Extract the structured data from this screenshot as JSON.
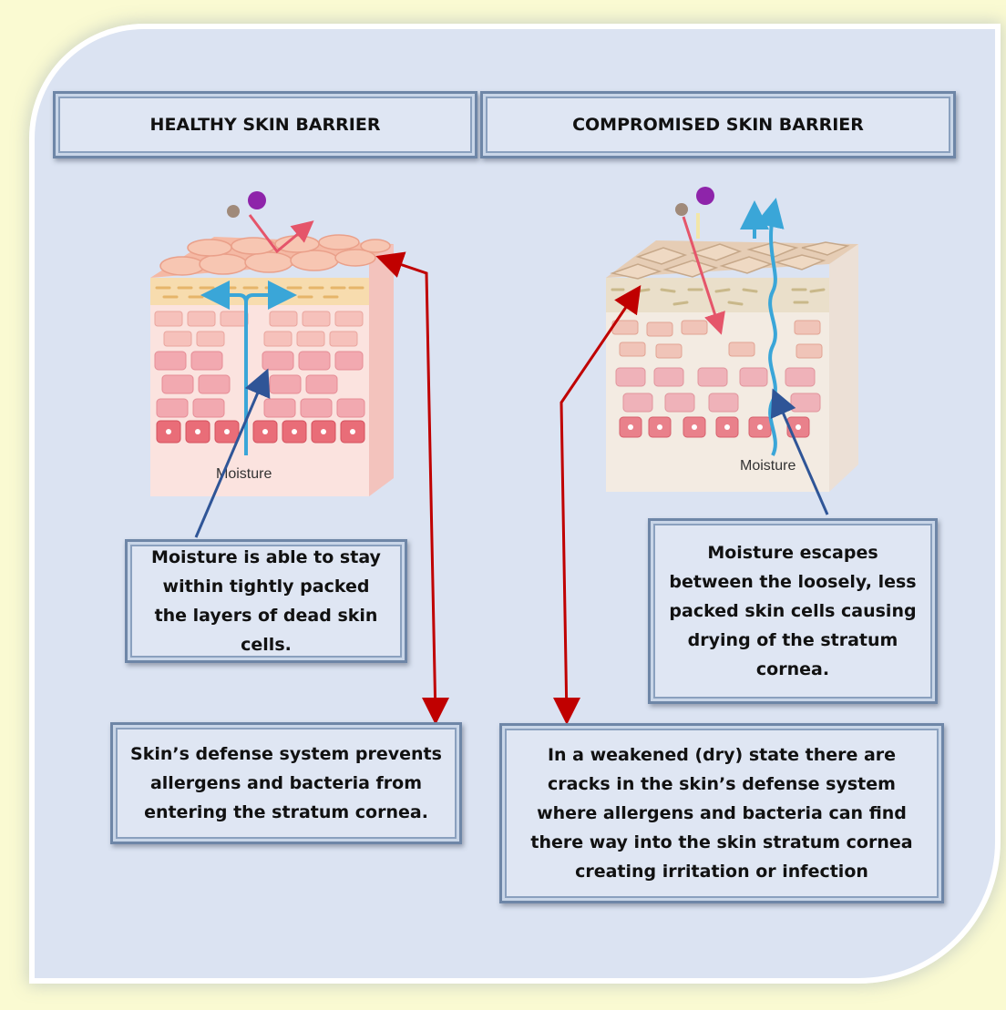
{
  "headers": {
    "healthy": "HEALTHY SKIN BARRIER",
    "compromised": "COMPROMISED SKIN BARRIER"
  },
  "healthy": {
    "diagram_label": "Moisture",
    "moisture_note": "Moisture is able to stay within tightly packed the layers of dead skin cells.",
    "defense_note": "Skin’s defense system prevents allergens and bacteria from entering the stratum cornea."
  },
  "compromised": {
    "diagram_label": "Moisture",
    "moisture_note": "Moisture escapes between the loosely, less packed skin cells causing drying of the stratum cornea.",
    "defense_note": "In a weakened (dry) state there are cracks in the skin’s defense system where allergens and bacteria can find there way into the skin stratum cornea creating irritation or infection"
  },
  "colors": {
    "background": "#fafad2",
    "panel": "#dbe3f2",
    "moisture_arrow": "#3aa6d8",
    "pointer_blue": "#2f5597",
    "pointer_red": "#c00000",
    "allergen_purple": "#8e24aa"
  }
}
